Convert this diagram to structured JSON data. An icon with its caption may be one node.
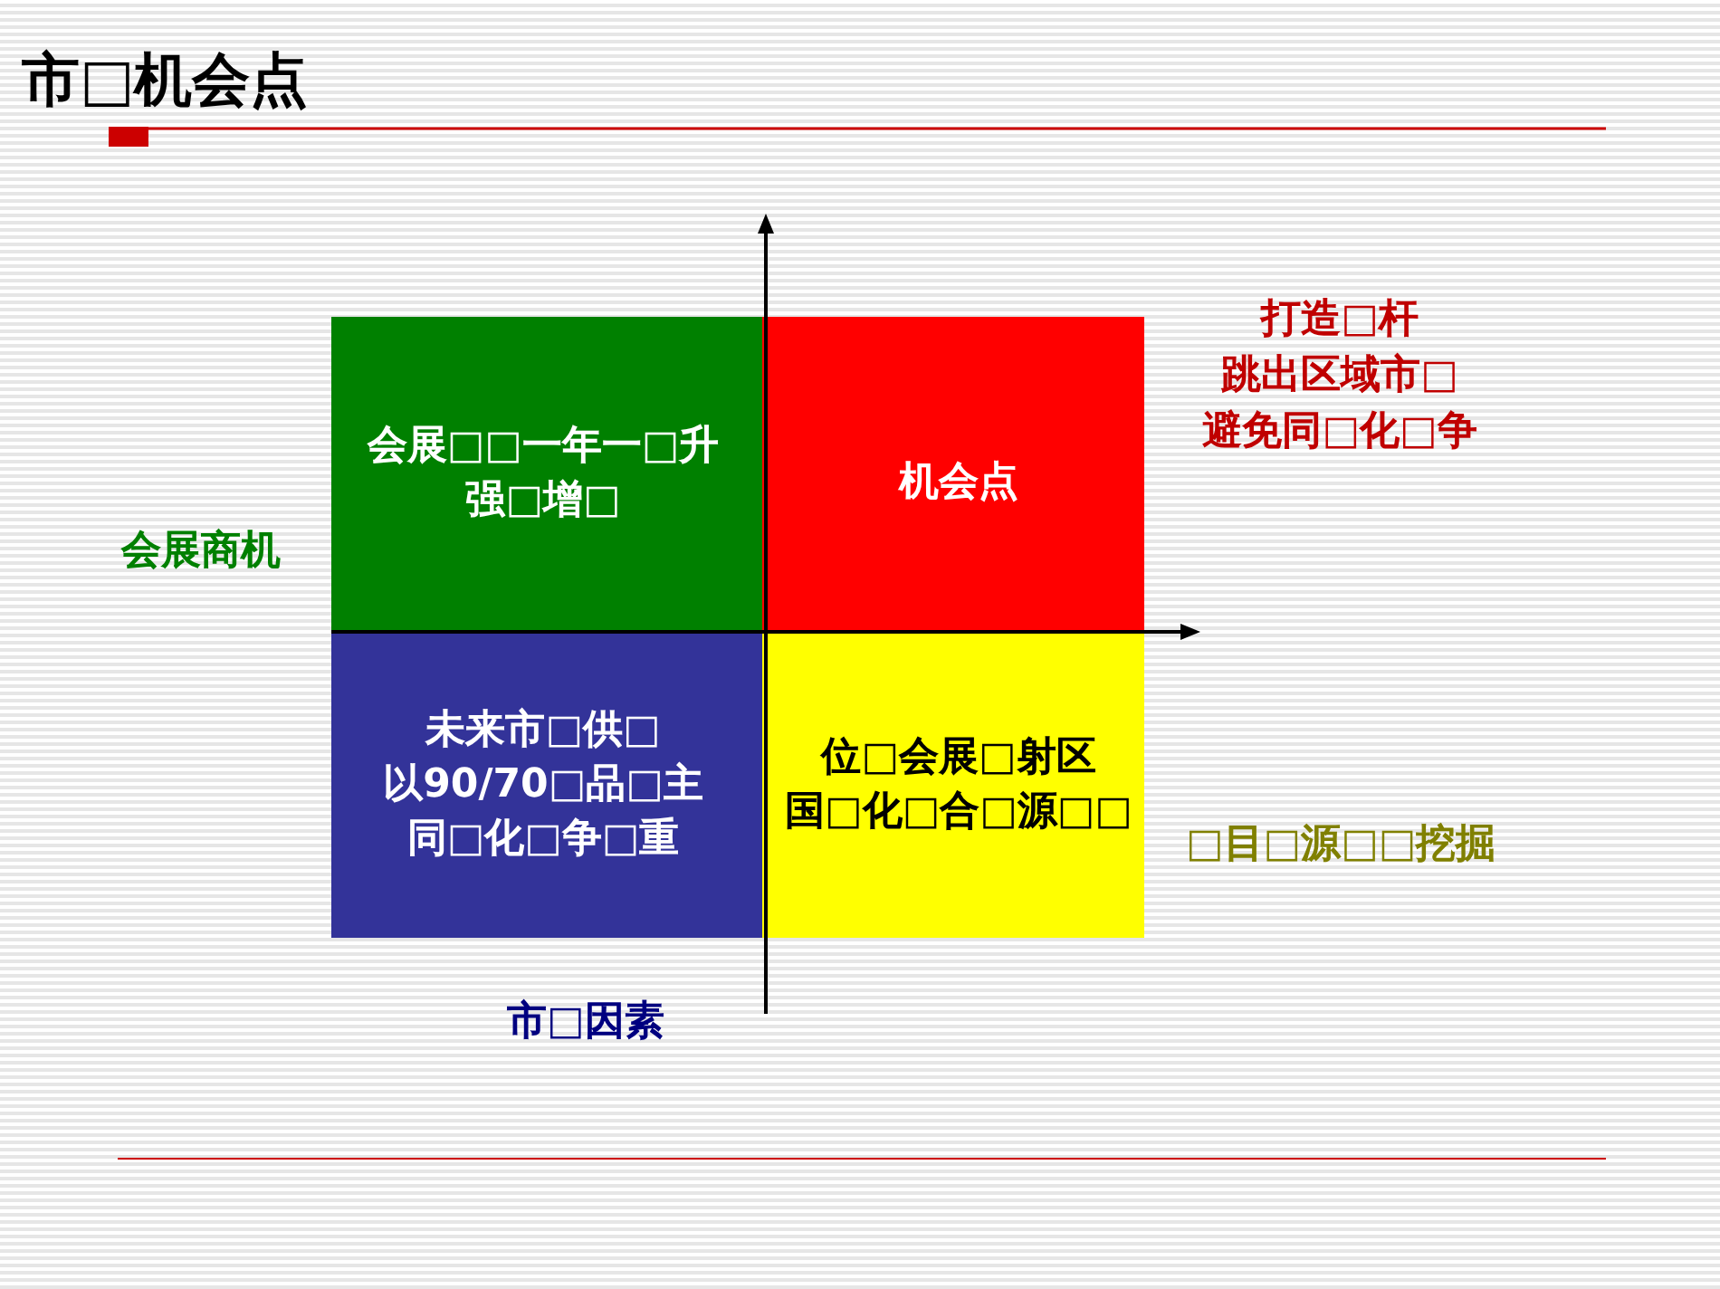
{
  "diagram": {
    "title": "市□机会点",
    "nodes": [
      {
        "text": [
          "会展□□一年一□升",
          "强□增□"
        ],
        "beside": [
          "会展商机"
        ]
      },
      {
        "text": [
          "机会点"
        ],
        "beside": [
          "打造□杆",
          "跳出区域市□",
          "避免同□化□争"
        ]
      },
      {
        "text": [
          "未来市□供□",
          "以90/70□品□主",
          "同□化□争□重"
        ],
        "beside": [
          "市□因素"
        ]
      },
      {
        "text": [
          "位□会展□射区",
          "国□化□合□源□□"
        ],
        "beside": [
          "□目□源□□挖掘"
        ]
      }
    ]
  }
}
